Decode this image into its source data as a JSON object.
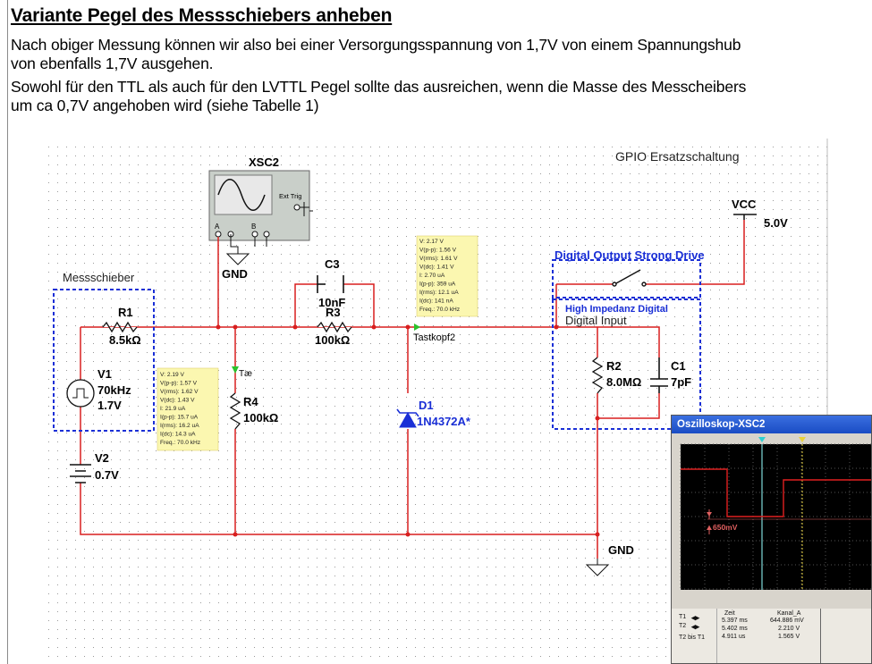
{
  "document": {
    "heading": "Variante Pegel des Messschiebers anheben",
    "paragraph_lines": [
      "Nach obiger Messung können wir also bei einer Versorgungsspannung von 1,7V von einem Spannungshub",
      "von ebenfalls 1,7V ausgehen.",
      "Sowohl für den TTL als auch für den LVTTL Pegel sollte das ausreichen, wenn die Masse des Messcheibers",
      "um ca 0,7V angehoben wird (siehe Tabelle 1)"
    ]
  },
  "schematic": {
    "title_gpio": "GPIO Ersatzschaltung",
    "scope_ref": "XSC2",
    "scope_ext_trig": "Ext Trig",
    "scope_channel_a": "A",
    "scope_channel_b": "B",
    "gnd_label": "GND",
    "gnd_label_right": "GND",
    "vcc_label": "VCC",
    "vcc_value": "5.0V",
    "group_messschieber": "Messschieber",
    "group_digital_output": "Digital Output Strong Drive",
    "group_high_impedance": "High Impedanz Digital",
    "digital_input": "Digital Input",
    "probe_tastkopf2": "Tastkopf2",
    "probe_small": "Tæ",
    "components": {
      "r1_ref": "R1",
      "r1_val": "8.5kΩ",
      "v1_ref": "V1",
      "v1_freq": "70kHz",
      "v1_val": "1.7V",
      "v2_ref": "V2",
      "v2_val": "0.7V",
      "c3_ref": "C3",
      "c3_val": "10nF",
      "r3_ref": "R3",
      "r3_val": "100kΩ",
      "r4_ref": "R4",
      "r4_val": "100kΩ",
      "d1_ref": "D1",
      "d1_val": "1N4372A*",
      "r2_ref": "R2",
      "r2_val": "8.0MΩ",
      "c1_ref": "C1",
      "c1_val": "7pF"
    },
    "probe_box_1": [
      "V: 2.17 V",
      "V(p-p): 1.56 V",
      "V(rms): 1.61 V",
      "V(dc): 1.41 V",
      "I: 2.70 uA",
      "I(p-p): 359 uA",
      "I(rms): 12.1 uA",
      "I(dc): 141 nA",
      "Freq.: 70.0 kHz"
    ],
    "probe_box_2": [
      "V: 2.19 V",
      "V(p-p): 1.57 V",
      "V(rms): 1.62 V",
      "V(dc): 1.43 V",
      "I: 21.9 uA",
      "I(p-p): 15.7 uA",
      "I(rms): 16.2 uA",
      "I(dc): 14.3 uA",
      "Freq.: 70.0 kHz"
    ]
  },
  "oscilloscope": {
    "window_title": "Oszilloskop-XSC2",
    "marker_label": "650mV",
    "table_header": {
      "zeit": "Zeit",
      "kanal_a": "Kanal_A"
    },
    "rows": [
      {
        "label": "T1",
        "zeit": "5.397 ms",
        "kanal_a": "644.886 mV"
      },
      {
        "label": "T2",
        "zeit": "5.402 ms",
        "kanal_a": "2.210 V"
      },
      {
        "label": "T2 bis T1",
        "zeit": "4.911 us",
        "kanal_a": "1.565 V"
      }
    ],
    "colors": {
      "trace": "#e02020",
      "cursor": "#7fd8d8",
      "marker": "#e06060"
    }
  },
  "colors": {
    "wire": "#d81f1f",
    "junction": "#d81f1f",
    "group_border": "#1a2fd6",
    "group_text": "#1a2fd6",
    "probe_fill": "#fbf7b0"
  }
}
